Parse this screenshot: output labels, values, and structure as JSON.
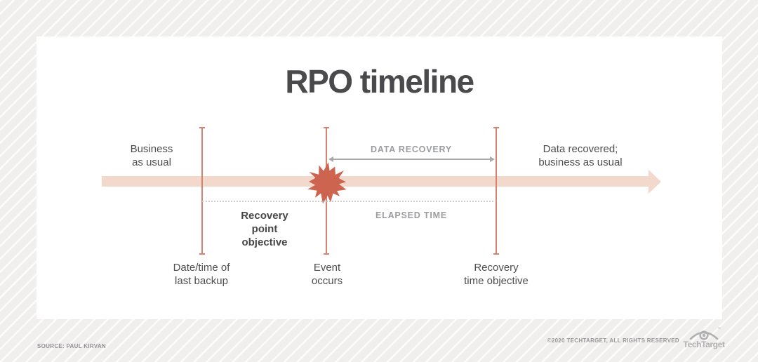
{
  "title": "RPO timeline",
  "labels": {
    "business_as_usual": "Business\nas usual",
    "data_recovery": "DATA RECOVERY",
    "data_recovered": "Data recovered;\nbusiness as usual",
    "elapsed_time": "ELAPSED TIME",
    "recovery_point_objective": "Recovery\npoint\nobjective",
    "date_time_last_backup": "Date/time of\nlast backup",
    "event_occurs": "Event\noccurs",
    "recovery_time_objective": "Recovery\ntime objective"
  },
  "footer": {
    "source": "SOURCE: PAUL KIRVAN",
    "copyright": "©2020 TECHTARGET, ALL RIGHTS RESERVED",
    "logo_text": "TechTarget",
    "logo_tm": "™"
  },
  "icons": {
    "burst": "starburst-event-icon",
    "eye": "techtarget-eye-icon",
    "timeline_arrowhead": "right-arrowhead-icon"
  },
  "colors": {
    "band": "#f3d8cc",
    "marker_line": "#d5836e",
    "burst": "#cd6450",
    "dark_text": "#4d4e50",
    "gray_label": "#9b9c9f",
    "title_text": "#4a4a4c",
    "background": "#f0efee"
  }
}
